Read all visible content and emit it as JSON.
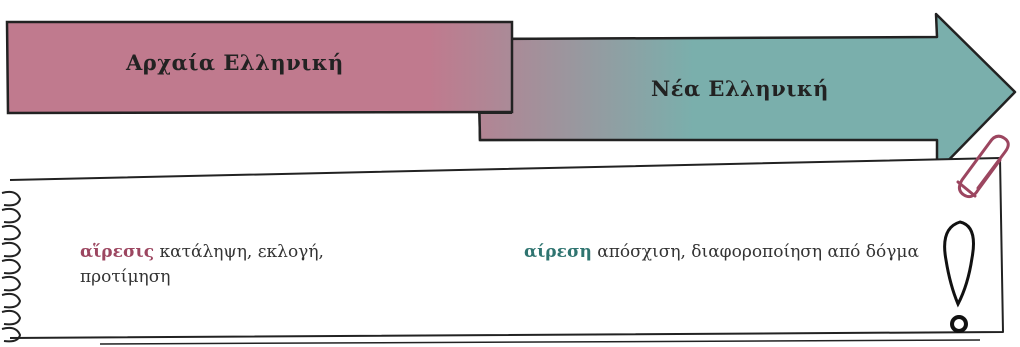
{
  "arrow": {
    "left_label": "Αρχαία Ελληνική",
    "right_label": "Νέα Ελληνική",
    "left_color": "#c07a8e",
    "right_color": "#7aafac"
  },
  "note": {
    "ancient": {
      "term": "αἵρεσις",
      "definition": "κατάληψη, εκλογή, προτίμηση",
      "term_color": "#9c4660"
    },
    "modern": {
      "term": "αίρεση",
      "definition": "απόσχιση, διαφοροποίηση από δόγμα",
      "term_color": "#2f7470"
    }
  },
  "icons": [
    "paperclip-icon",
    "exclamation-icon",
    "spiral-binding-icon"
  ]
}
